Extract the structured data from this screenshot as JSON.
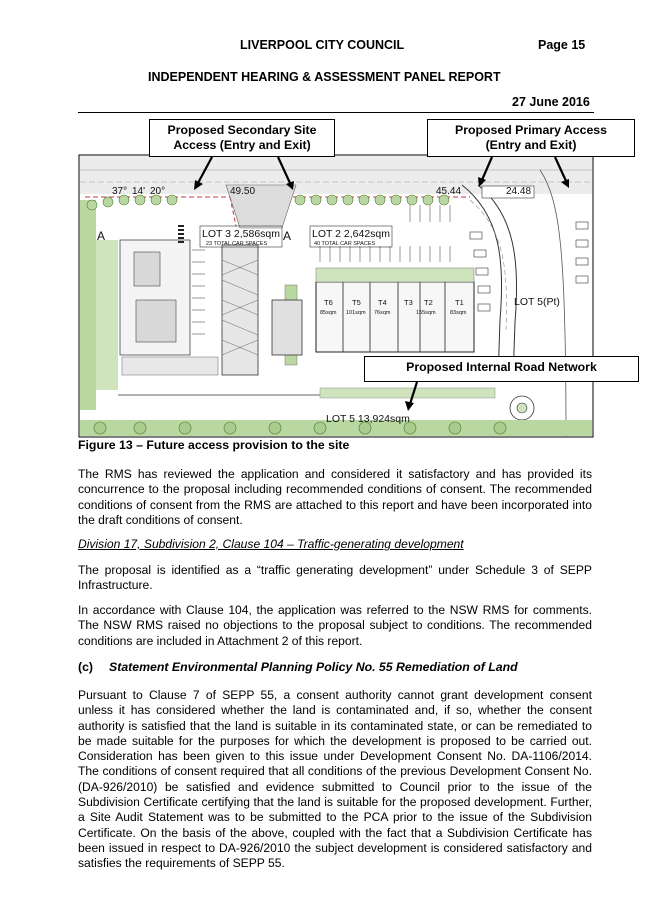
{
  "header": {
    "council": "LIVERPOOL CITY COUNCIL",
    "page": "Page 15",
    "report_title": "INDEPENDENT HEARING & ASSESSMENT PANEL REPORT",
    "date": "27 June 2016"
  },
  "figure": {
    "callouts": {
      "secondary_line1": "Proposed Secondary Site",
      "secondary_line2": "Access (Entry and Exit)",
      "primary_line1": "Proposed Primary Access",
      "primary_line2": "(Entry and Exit)",
      "internal": "Proposed Internal Road Network"
    },
    "plan_labels": {
      "dim_37": "37°",
      "dim_14": "14'",
      "dim_20": "20°",
      "dim_4950": "49.50",
      "dim_4544": "45.44",
      "dim_2448": "24.48",
      "lot3": "LOT  3   2,586sqm",
      "lot3_spaces": "23 TOTAL CAR SPACES",
      "lot2": "LOT  2   2,642sqm",
      "lot2_spaces": "40 TOTAL CAR SPACES",
      "marker_a": "A",
      "lot5pt": "LOT  5(Pt)",
      "lot5": "LOT  5   13,924sqm",
      "tenancies": [
        {
          "name": "T6",
          "area": "85sqm"
        },
        {
          "name": "T5",
          "area": "101sqm"
        },
        {
          "name": "T4",
          "area": "76sqm"
        },
        {
          "name": "T3",
          "area": ""
        },
        {
          "name": "T2",
          "area": "155sqm"
        },
        {
          "name": "T1",
          "area": "83sqm"
        }
      ]
    },
    "caption": "Figure 13 – Future access provision to the site"
  },
  "body": {
    "p1": "The RMS has reviewed the application and considered it satisfactory and has provided its concurrence to the proposal including recommended conditions of consent. The recommended conditions of consent from the RMS are attached to this report and have been incorporated into the draft conditions of consent.",
    "subheading": "Division 17, Subdivision 2, Clause 104 – Traffic-generating development",
    "p2": "The proposal is identified as a “traffic generating development” under Schedule 3 of SEPP Infrastructure.",
    "p3": "In accordance with Clause 104, the application was referred to the NSW RMS for comments. The NSW RMS raised no objections to the proposal subject to conditions.  The recommended conditions are included in Attachment 2 of this report.",
    "section_num": "(c)",
    "section_title": "Statement Environmental Planning Policy No. 55 Remediation of Land",
    "p4": "Pursuant to Clause 7 of SEPP 55, a consent authority cannot grant development consent unless it has considered whether the land is contaminated and, if so, whether the consent authority is satisfied that the land is suitable in its contaminated state, or can be remediated to be made suitable for the purposes for which the development is proposed to be carried out. Consideration has been given to this issue under Development Consent No. DA-1106/2014. The conditions of consent required that all conditions of the previous Development Consent No. (DA-926/2010) be satisfied and evidence submitted to Council prior to the issue of the Subdivision Certificate certifying that the land is suitable for the proposed development. Further, a Site Audit Statement was to be submitted to the PCA prior to the issue of the Subdivision Certificate. On the basis of the above, coupled with the fact that a Subdivision Certificate has been issued in respect to DA-926/2010 the subject development is considered satisfactory and satisfies the requirements of SEPP 55."
  }
}
